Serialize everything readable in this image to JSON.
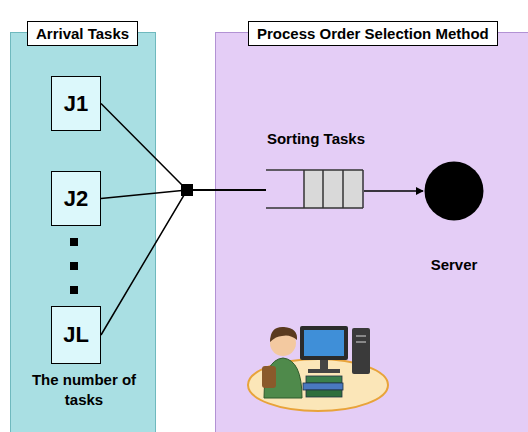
{
  "diagram": {
    "nodes": [
      {
        "text": [
          "Arrival Tasks",
          "The number of tasks"
        ]
      },
      {
        "text": [
          "J1"
        ],
        "in": 0
      },
      {
        "text": [
          "J2"
        ],
        "in": 0
      },
      {
        "text": [
          "JL"
        ],
        "in": 0
      },
      {
        "text": [
          "Process Order Selection Method"
        ]
      },
      {
        "text": [
          "Sorting Tasks"
        ],
        "in": 4
      },
      {
        "text": [
          "Server"
        ],
        "in": 4
      }
    ],
    "edges": [
      {
        "from": 1,
        "to": 5,
        "arrow": "none"
      },
      {
        "from": 2,
        "to": 5,
        "arrow": "none"
      },
      {
        "from": 3,
        "to": 5,
        "arrow": "none"
      },
      {
        "from": 5,
        "to": 6,
        "arrow": "to"
      }
    ]
  }
}
